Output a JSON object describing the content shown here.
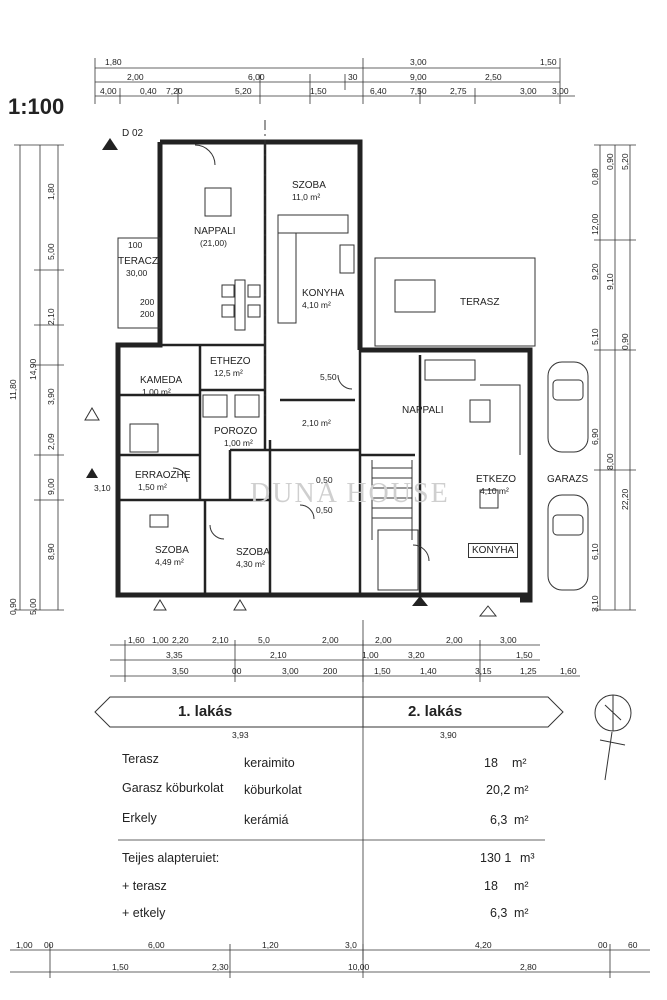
{
  "scale": "1:100",
  "dims_top": {
    "row1": [
      "1,80",
      "3,00",
      "1,50"
    ],
    "row2": [
      "2,00",
      "6,00",
      "30",
      "9,00",
      "2,50"
    ],
    "row3": [
      "4,00",
      "0,40",
      "7,20",
      "5,20",
      "1,50",
      "6,40",
      "7,50",
      "2,75",
      "3,00",
      "3,00"
    ]
  },
  "dims_left": [
    "1,80",
    "5,00",
    "2,10",
    "3,90",
    "2,09",
    "9,00",
    "8,90",
    "0,90",
    "5,00",
    "11,80",
    "14,90"
  ],
  "dims_right": [
    "5,20",
    "0,80",
    "0,90",
    "12,00",
    "9,20",
    "9,10",
    "5,10",
    "0,90",
    "6,90",
    "6,10",
    "8,00",
    "22,20",
    "3,10"
  ],
  "rooms": {
    "szoba_top": {
      "name": "SZOBA",
      "area": "11,0 m²"
    },
    "nappali_1": {
      "name": "NAPPALI",
      "area": "(21,00)"
    },
    "teracz": {
      "name": "TERACZ",
      "top": "100",
      "value": "30,00"
    },
    "konyha_1": {
      "name": "KONYHA",
      "area": "4,10 m²"
    },
    "etkezo_1": {
      "name": "ETHEZO",
      "area": "12,5 m²"
    },
    "kameda": {
      "name": "KAMEDA",
      "area": "1,00 m²"
    },
    "porozo": {
      "name": "POROZO",
      "area": "1,00 m²"
    },
    "erkozhe": {
      "name": "ERRAOZHE",
      "area": "1,50 m²"
    },
    "szoba_left": {
      "name": "SZOBA",
      "area": "4,49 m²"
    },
    "szoba_mid": {
      "name": "SZOBA",
      "area": "4,30 m²"
    },
    "terasz": {
      "name": "TERASZ"
    },
    "nappali_2": {
      "name": "NAPPALI"
    },
    "etkezo_2": {
      "name": "ETKEZO",
      "area": "4,10 m²"
    },
    "konyha_2": {
      "name": "KONYHA"
    },
    "garazs": {
      "name": "GARAZS"
    }
  },
  "small_labels": {
    "d02": "D 02",
    "v200a": "200",
    "v200b": "200",
    "v210": "2,10 m²",
    "v050a": "0,50",
    "v050b": "0,50",
    "v310": "3,10",
    "v150": "5,50"
  },
  "dims_bottom": {
    "row1": [
      "1,60",
      "1,00",
      "2,20",
      "2,10",
      "5,0",
      "2,00",
      "2,00",
      "3,20",
      "2,00",
      "3,00"
    ],
    "row2": [
      "3,35",
      "2,10",
      "1,00",
      "1,50"
    ],
    "row3": [
      "3,50",
      "00",
      "3,00",
      "200",
      "1,50",
      "1,40",
      "3,15",
      "1,25",
      "1,60"
    ]
  },
  "banners": {
    "left": "1. lakás",
    "right": "2. lakás",
    "left_dim": "3,93",
    "right_dim": "3,90"
  },
  "areas": [
    {
      "label": "Terasz",
      "material": "keraimito",
      "value": "18",
      "unit": "m²"
    },
    {
      "label": "Garasz köburkolat",
      "material": "köburkolat",
      "value": "20,2",
      "unit": "m²"
    },
    {
      "label": "Erkely",
      "material": "kerámiá",
      "value": "6,3",
      "unit": "m²"
    }
  ],
  "totals": [
    {
      "label": "Teijes alapteruiet:",
      "value": "130 1",
      "unit": "m³"
    },
    {
      "label": "+ terasz",
      "value": "18",
      "unit": "m²"
    },
    {
      "label": "+ etkely",
      "value": "6,3",
      "unit": "m²"
    }
  ],
  "dims_footer": {
    "row1": [
      "1,00",
      "00",
      "6,00",
      "1,20",
      "3,0",
      "4,20",
      "00",
      "60"
    ],
    "row2": [
      "1,50",
      "2,30",
      "10,00",
      "2,80"
    ]
  },
  "watermark": "DUNA HOUSE"
}
